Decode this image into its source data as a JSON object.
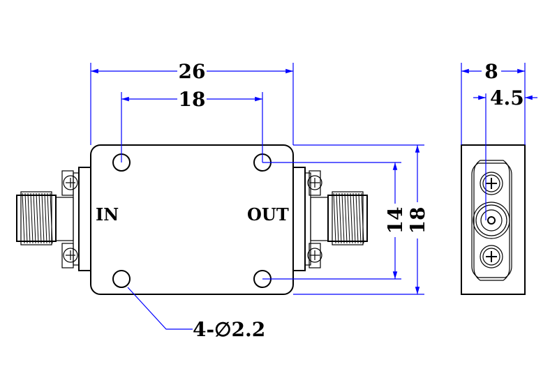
{
  "dimensions": {
    "overall_length": "26",
    "hole_spacing_x": "18",
    "hole_spacing_y": "14",
    "overall_height": "18",
    "side_width": "8",
    "connector_offset": "4.5",
    "hole_callout": "4-∅2.2"
  },
  "labels": {
    "input": "IN",
    "output": "OUT"
  },
  "colors": {
    "outline": "#000000",
    "dimension_lines": "#0000ff"
  }
}
